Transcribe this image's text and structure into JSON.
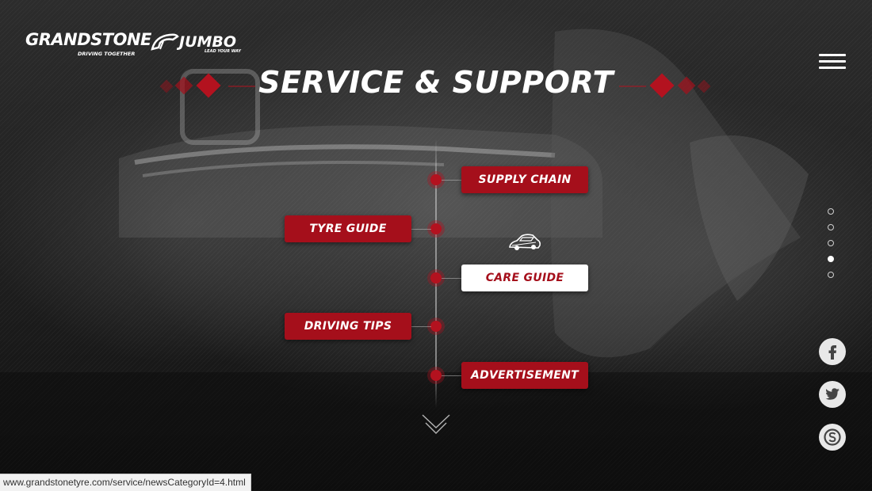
{
  "brand": {
    "grandstone": {
      "name": "GRANDSTONE",
      "tagline": "DRIVING TOGETHER"
    },
    "jumbo": {
      "name": "JUMBO",
      "tagline": "LEAD YOUR WAY"
    }
  },
  "header": {
    "menu_icon": "hamburger-icon"
  },
  "section": {
    "title": "SERVICE & SUPPORT"
  },
  "nav": {
    "items": [
      {
        "label": "SUPPLY CHAIN",
        "side": "right",
        "active": false
      },
      {
        "label": "TYRE GUIDE",
        "side": "left",
        "active": false
      },
      {
        "label": "CARE GUIDE",
        "side": "right",
        "active": true
      },
      {
        "label": "DRIVING TIPS",
        "side": "left",
        "active": false
      },
      {
        "label": "ADVERTISEMENT",
        "side": "right",
        "active": false
      }
    ],
    "hover_icon": "car-icon"
  },
  "scroll": {
    "icon": "chevron-down-icon"
  },
  "pagination": {
    "count": 5,
    "active_index": 3
  },
  "social": [
    {
      "icon": "facebook-icon",
      "glyph": "f"
    },
    {
      "icon": "twitter-icon",
      "glyph": "t"
    },
    {
      "icon": "skype-icon",
      "glyph": "S"
    }
  ],
  "statusbar": {
    "url": "www.grandstonetyre.com/service/newsCategoryId=4.html"
  },
  "colors": {
    "accent": "#a50f1b",
    "background": "#1b1b1b",
    "text": "#ffffff"
  }
}
